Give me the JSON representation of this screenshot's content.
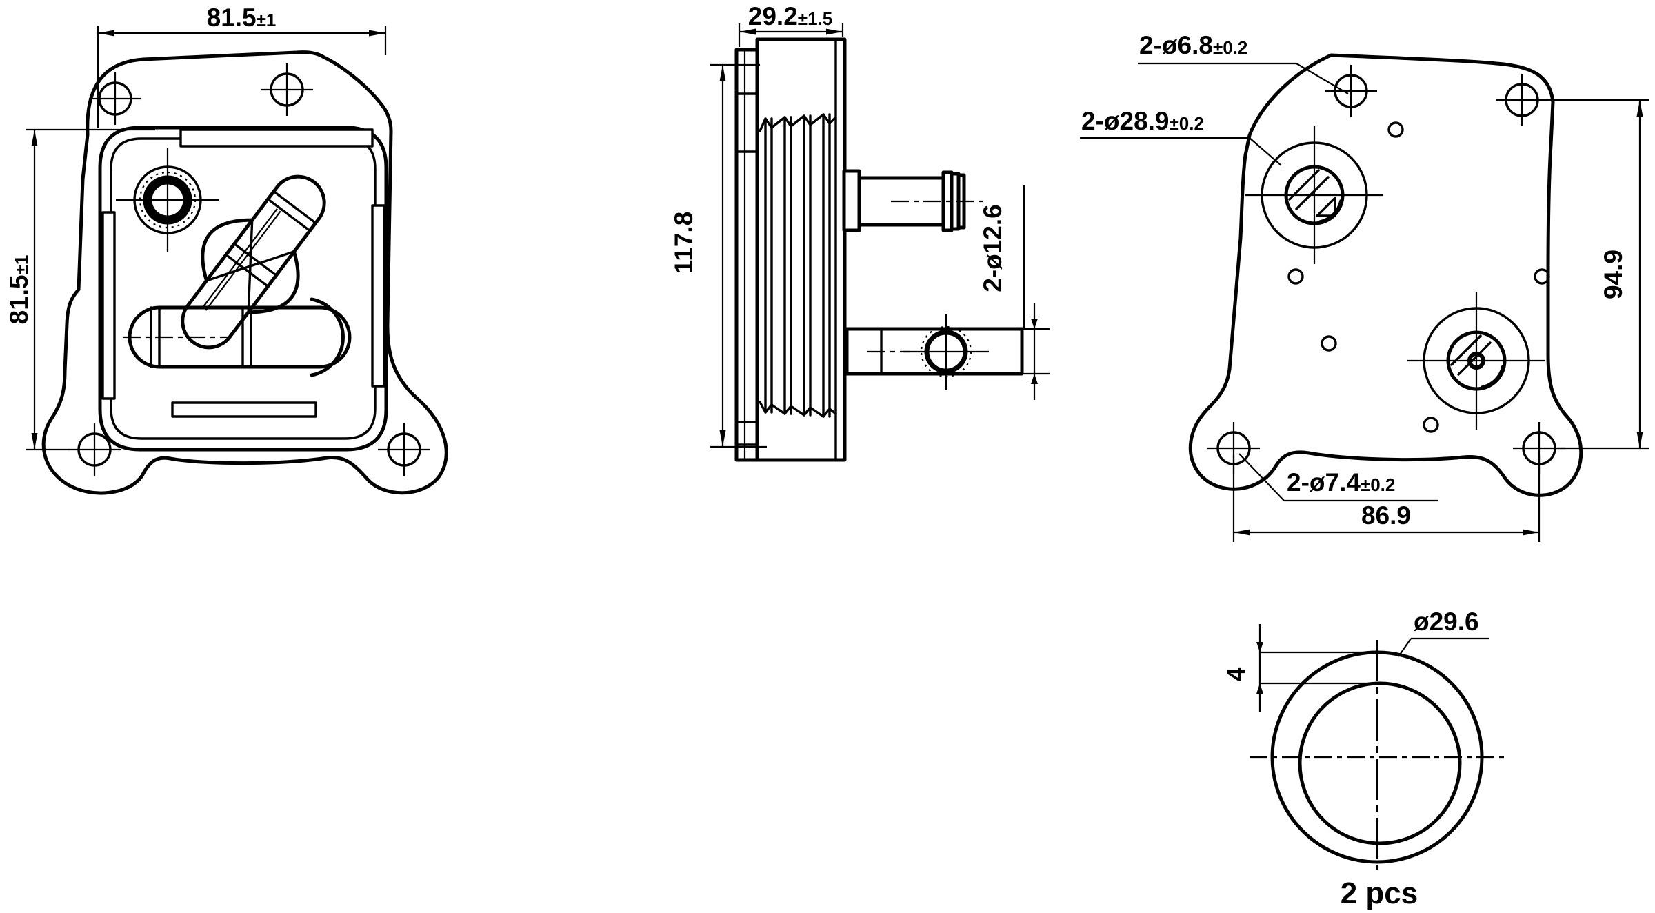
{
  "drawing": {
    "kind": "engineering-orthographic-drawing",
    "line_color": "#000000",
    "background_color": "#ffffff",
    "views": {
      "front": {
        "label": "front-view",
        "w_val": "81.5",
        "w_tol": "±1",
        "h_val": "81.5",
        "h_tol": "±1"
      },
      "side": {
        "label": "side-view",
        "depth_val": "29.2",
        "depth_tol": "±1.5",
        "height_val": "117.8",
        "ports_val": "2-ø12.6"
      },
      "back": {
        "label": "back-view",
        "top_holes_val": "2-ø6.8",
        "top_holes_tol": "±0.2",
        "bosses_val": "2-ø28.9",
        "bosses_tol": "±0.2",
        "height_val": "94.9",
        "bottom_holes_val": "2-ø7.4",
        "bottom_holes_tol": "±0.2",
        "width_val": "86.9"
      },
      "detail": {
        "label": "gasket-detail",
        "diameter_val": "ø29.6",
        "thickness_val": "4",
        "caption": "2 pcs"
      }
    }
  }
}
